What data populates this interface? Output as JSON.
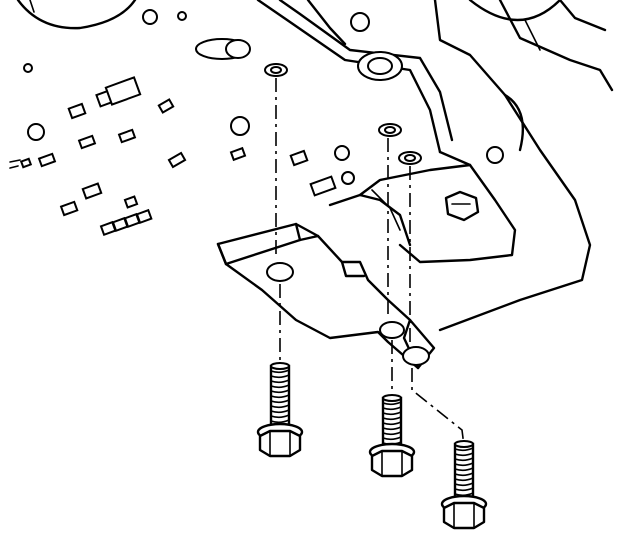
{
  "figure": {
    "parts": [
      {
        "name": "transmission-case"
      },
      {
        "name": "mounting-bracket"
      },
      {
        "name": "bolt",
        "count": 3
      }
    ],
    "line_color": "#000000",
    "background": "#ffffff"
  }
}
